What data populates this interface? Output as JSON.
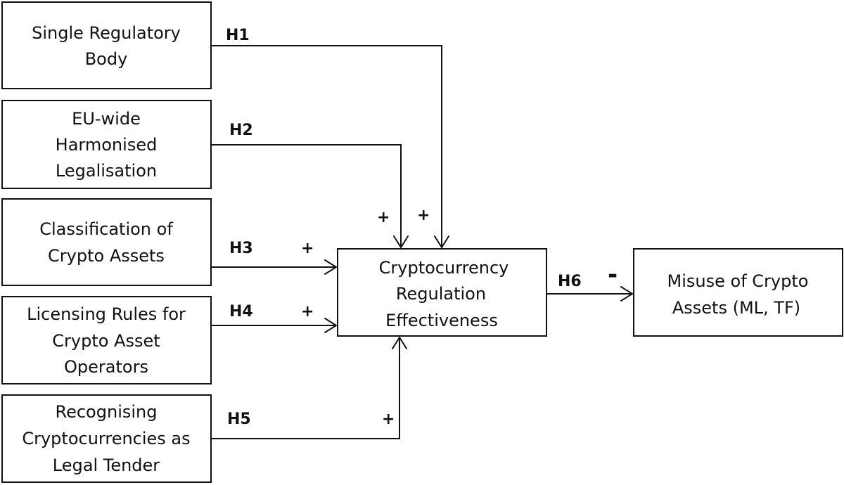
{
  "nodes": {
    "single_body": [
      "Single Regulatory",
      "Body"
    ],
    "eu_wide": [
      "EU-wide",
      "Harmonised",
      "Legalisation"
    ],
    "classification": [
      "Classification of",
      "Crypto Assets"
    ],
    "licensing": [
      "Licensing Rules for",
      "Crypto Asset",
      "Operators"
    ],
    "legal_tender": [
      "Recognising",
      "Cryptocurrencies as",
      "Legal Tender"
    ],
    "effectiveness": [
      "Cryptocurrency",
      "Regulation",
      "Effectiveness"
    ],
    "misuse": [
      "Misuse of Crypto",
      "Assets (ML, TF)"
    ]
  },
  "hypotheses": {
    "h1": "H1",
    "h2": "H2",
    "h3": "H3",
    "h4": "H4",
    "h5": "H5",
    "h6": "H6"
  },
  "signs": {
    "h1": "+",
    "h2": "+",
    "h3": "+",
    "h4": "+",
    "h5": "+",
    "h6": "-"
  },
  "colors": {
    "line": "#111111",
    "background": "#ffffff"
  }
}
